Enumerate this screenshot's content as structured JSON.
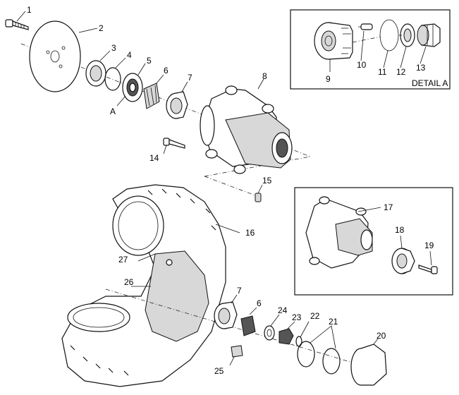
{
  "detail_label": "DETAIL A",
  "callouts": {
    "c1": "1",
    "c2": "2",
    "c3": "3",
    "c4": "4",
    "c5": "5",
    "c6": "6",
    "c7": "7",
    "c8": "8",
    "c9": "9",
    "c10": "10",
    "c11": "11",
    "c12": "12",
    "c13": "13",
    "c14": "14",
    "c15": "15",
    "c16": "16",
    "c17": "17",
    "c18": "18",
    "c19": "19",
    "c20": "20",
    "c21": "21",
    "c22": "22",
    "c23": "23",
    "c24": "24",
    "c25": "25",
    "c26": "26",
    "c27": "27",
    "cA": "A",
    "c6b": "6",
    "c7b": "7"
  }
}
